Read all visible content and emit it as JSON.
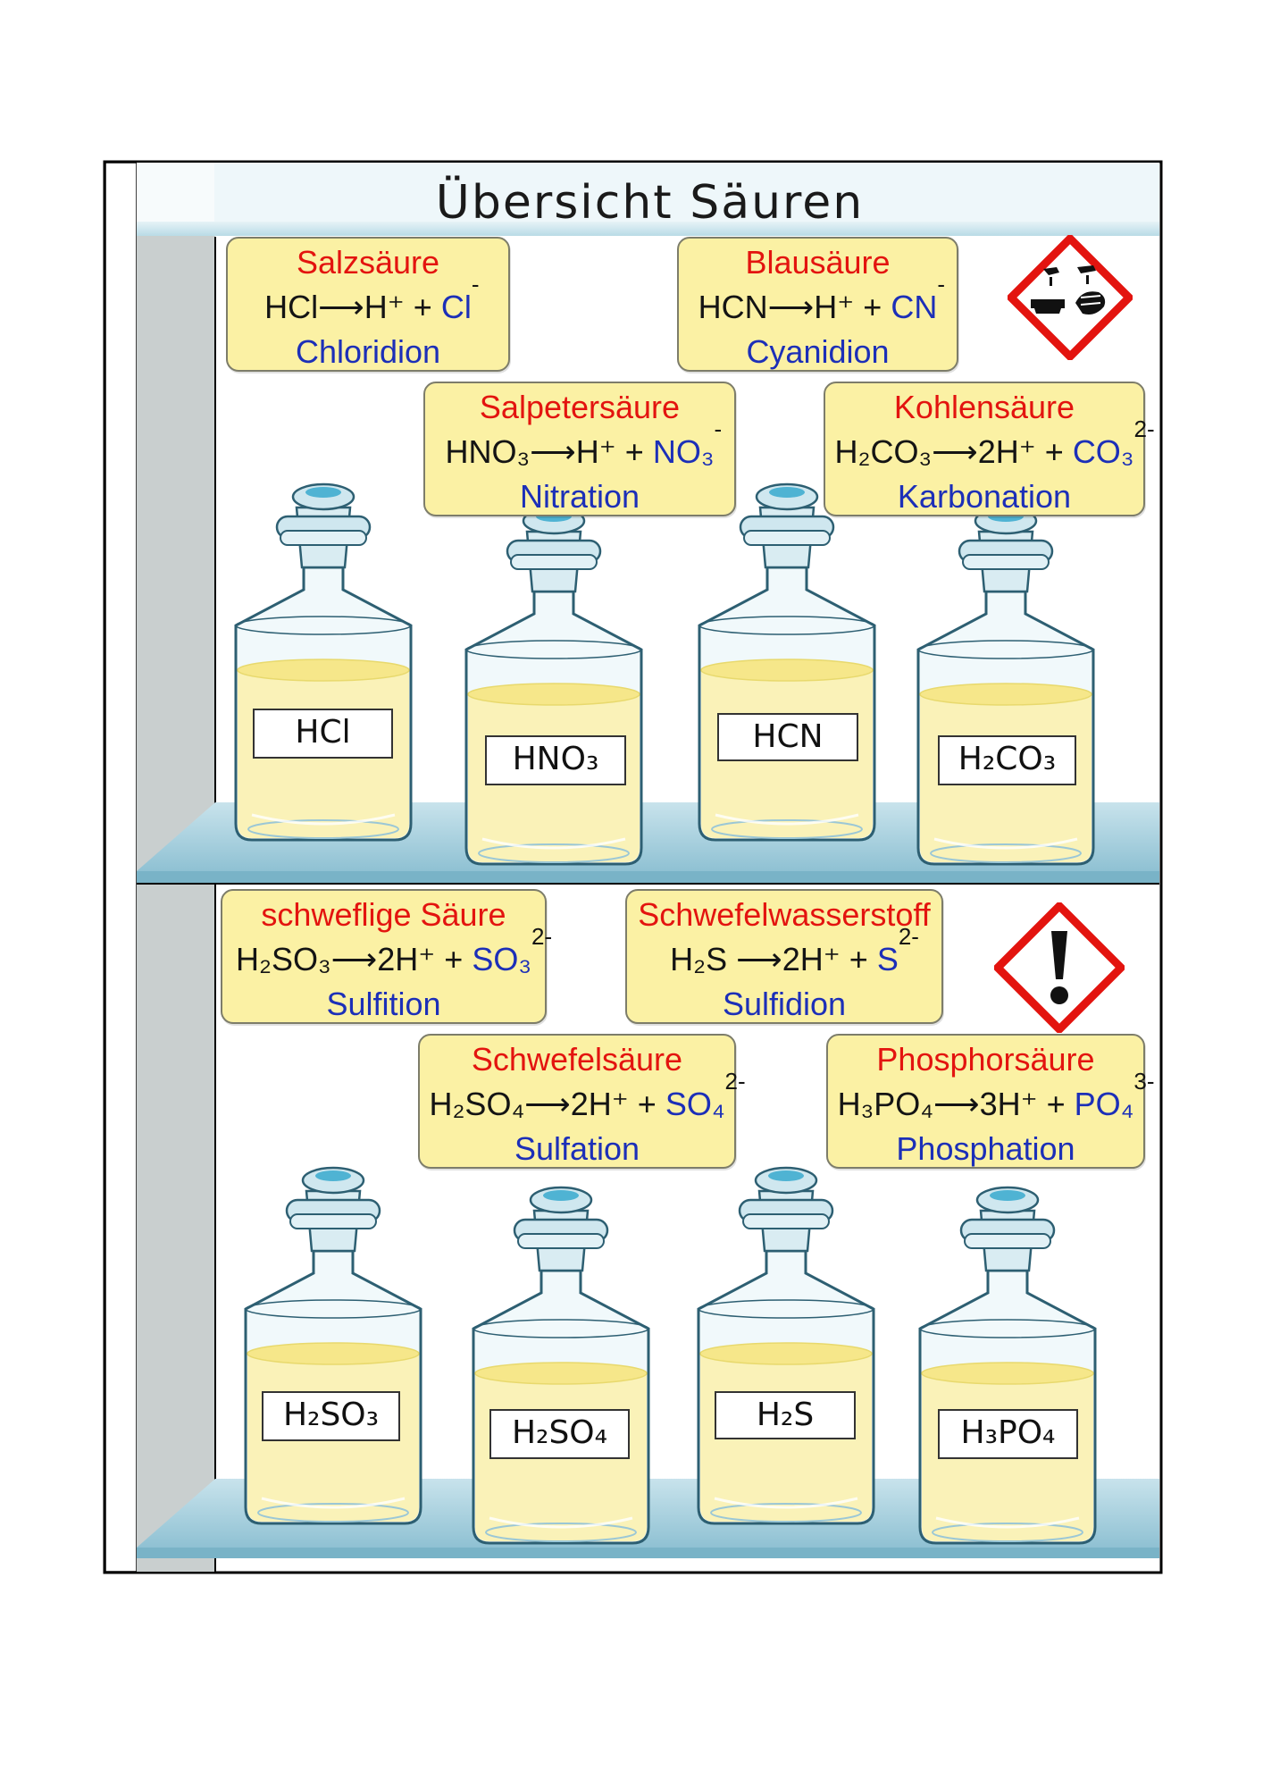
{
  "title": "Übersicht Säuren",
  "shelf_top": {
    "cards": [
      {
        "name": "Salzsäure",
        "eq_left": "HCl",
        "eq_right": "H⁺ +",
        "ion_formula": "Cl",
        "charge": "-",
        "ion_name": "Chloridion"
      },
      {
        "name": "Blausäure",
        "eq_left": "HCN",
        "eq_right": "H⁺ +",
        "ion_formula": "CN",
        "charge": "-",
        "ion_name": "Cyanidion"
      },
      {
        "name": "Salpetersäure",
        "eq_left": "HNO₃",
        "eq_right": "H⁺ +",
        "ion_formula": "NO₃",
        "charge": "-",
        "ion_name": "Nitration"
      },
      {
        "name": "Kohlensäure",
        "eq_left": "H₂CO₃",
        "eq_right": "2H⁺ +",
        "ion_formula": "CO₃",
        "charge": "2-",
        "ion_name": "Karbonation"
      }
    ],
    "bottles": [
      "HCl",
      "HNO₃",
      "HCN",
      "H₂CO₃"
    ]
  },
  "shelf_bottom": {
    "cards": [
      {
        "name": "schweflige Säure",
        "eq_left": "H₂SO₃",
        "eq_right": "2H⁺ +",
        "ion_formula": "SO₃",
        "charge": "2-",
        "ion_name": "Sulfition"
      },
      {
        "name": "Schwefelwasserstoff",
        "eq_left": "H₂S",
        "eq_right": "2H⁺ +",
        "ion_formula": "S",
        "charge": "2-",
        "ion_name": "Sulfidion"
      },
      {
        "name": "Schwefelsäure",
        "eq_left": "H₂SO₄",
        "eq_right": "2H⁺ +",
        "ion_formula": "SO₄",
        "charge": "2-",
        "ion_name": "Sulfation"
      },
      {
        "name": "Phosphorsäure",
        "eq_left": "H₃PO₄",
        "eq_right": "3H⁺ +",
        "ion_formula": "PO₄",
        "charge": "3-",
        "ion_name": "Phosphation"
      }
    ],
    "bottles": [
      "H₂SO₃",
      "H₂SO₄",
      "H₂S",
      "H₃PO₄"
    ]
  },
  "hazard_icons": [
    "corrosive-icon",
    "exclamation-icon"
  ],
  "colors": {
    "card_bg": "#fbf1a4",
    "acid_name": "#e3140f",
    "ion": "#1c2fb8",
    "shelf": "#a9d3e2",
    "cabinet_side": "#c9cfcf",
    "liquid": "#fbf1b0",
    "hazard_red": "#e3140f"
  }
}
